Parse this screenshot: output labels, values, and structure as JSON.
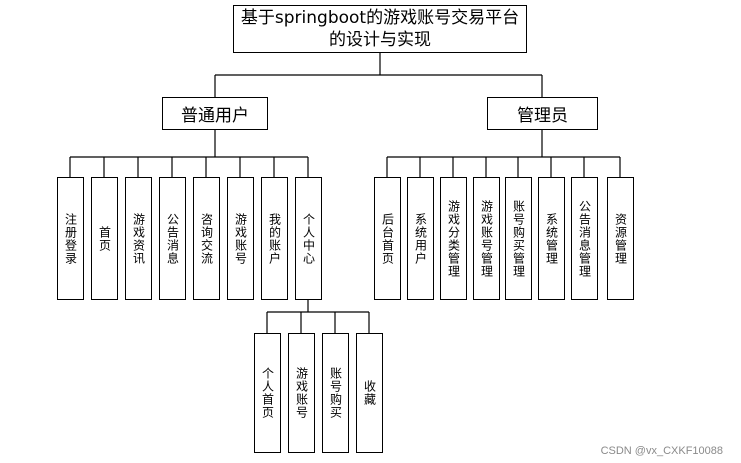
{
  "root": {
    "label": "基于springboot的游戏账号交易平台的设计与实现"
  },
  "branches": [
    {
      "label": "普通用户",
      "children": [
        {
          "label": "注册登录"
        },
        {
          "label": "首页"
        },
        {
          "label": "游戏资讯"
        },
        {
          "label": "公告消息"
        },
        {
          "label": "咨询交流"
        },
        {
          "label": "游戏账号"
        },
        {
          "label": "我的账户"
        },
        {
          "label": "个人中心",
          "children": [
            {
              "label": "个人首页"
            },
            {
              "label": "游戏账号"
            },
            {
              "label": "账号购买"
            },
            {
              "label": "收藏"
            }
          ]
        }
      ]
    },
    {
      "label": "管理员",
      "children": [
        {
          "label": "后台首页"
        },
        {
          "label": "系统用户"
        },
        {
          "label": "游戏分类管理"
        },
        {
          "label": "游戏账号管理"
        },
        {
          "label": "账号购买管理"
        },
        {
          "label": "系统管理"
        },
        {
          "label": "公告消息管理"
        },
        {
          "label": "资源管理"
        }
      ]
    }
  ],
  "watermark": "CSDN @vx_CXKF10088"
}
